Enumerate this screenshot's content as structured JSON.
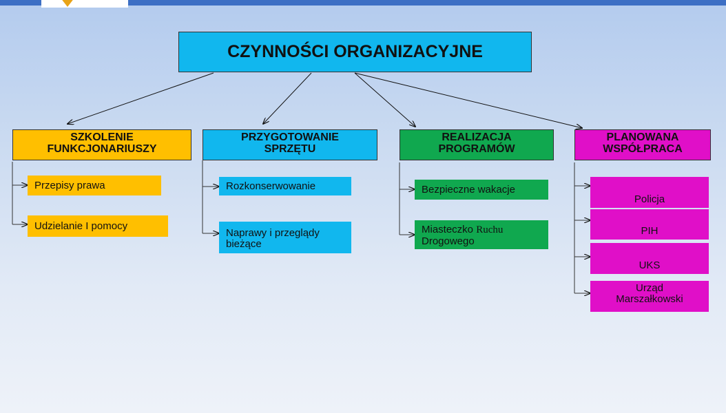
{
  "title": "CZYNNOŚCI ORGANIZACYJNE",
  "colors": {
    "title": "#11b7ee",
    "szkolenie": "#ffbf00",
    "przygotowanie": "#11b7ee",
    "realizacja": "#10a84f",
    "planowana": "#e00fc8"
  },
  "categories": [
    {
      "label_line1": "SZKOLENIE",
      "label_line2": "FUNKCJONARIUSZY",
      "items": [
        "Przepisy prawa",
        "Udzielanie I pomocy"
      ]
    },
    {
      "label_line1": "PRZYGOTOWANIE",
      "label_line2": "SPRZĘTU",
      "items": [
        "Rozkonserwowanie",
        "Naprawy i przeglądy",
        "bieżące"
      ]
    },
    {
      "label_line1": "REALIZACJA",
      "label_line2": "PROGRAMÓW",
      "items": [
        "Bezpieczne wakacje",
        "Miasteczko ",
        "Ruchu",
        "Drogowego"
      ]
    },
    {
      "label_line1": "PLANOWANA",
      "label_line2": "WSPÓŁPRACA",
      "items": [
        "Policja",
        "PIH",
        "UKS",
        "Urząd",
        "Marszałkowski"
      ]
    }
  ]
}
